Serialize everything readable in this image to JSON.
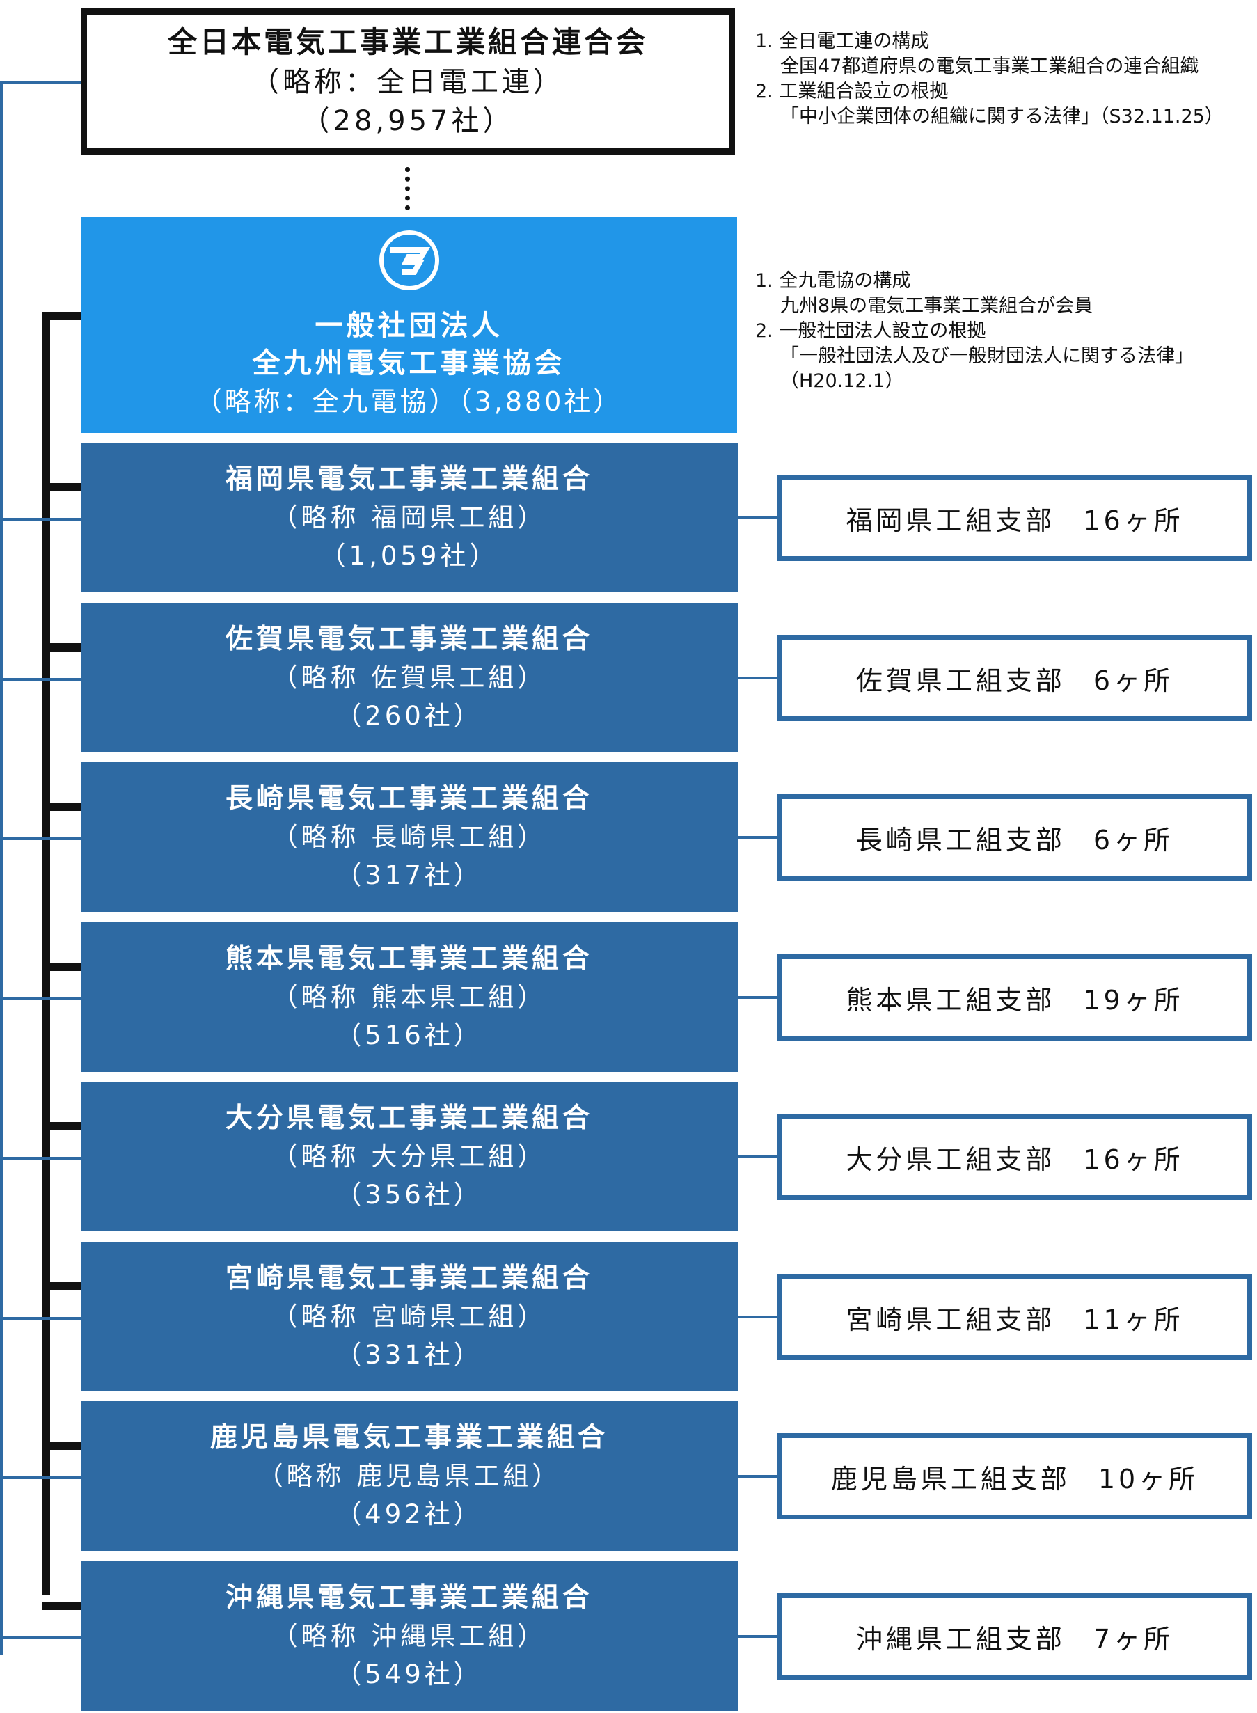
{
  "federation": {
    "name": "全日本電気工事業工業組合連合会",
    "abbr": "（略称：全日電工連）",
    "count": "（28,957社）"
  },
  "federation_notes": [
    "1. 全日電工連の構成",
    "全国47都道府県の電気工事業工業組合の連合組織",
    "2. 工業組合設立の根拠",
    "「中小企業団体の組織に関する法律」（S32.11.25）"
  ],
  "association": {
    "type": "一般社団法人",
    "name": "全九州電気工事業協会",
    "abbr_count": "（略称：全九電協）（3,880社）",
    "logo_icon": "association-logo-icon"
  },
  "association_notes": [
    "1. 全九電協の構成",
    "九州8県の電気工事業工業組合が会員",
    "2. 一般社団法人設立の根拠",
    "「一般社団法人及び一般財団法人に関する法律」",
    "（H20.12.1）"
  ],
  "prefectures": [
    {
      "name": "福岡県電気工事業工業組合",
      "abbr": "（略称 福岡県工組）",
      "count": "（1,059社）",
      "branch": "福岡県工組支部",
      "branch_count": "16ヶ所"
    },
    {
      "name": "佐賀県電気工事業工業組合",
      "abbr": "（略称 佐賀県工組）",
      "count": "（260社）",
      "branch": "佐賀県工組支部",
      "branch_count": "6ヶ所"
    },
    {
      "name": "長崎県電気工事業工業組合",
      "abbr": "（略称 長崎県工組）",
      "count": "（317社）",
      "branch": "長崎県工組支部",
      "branch_count": "6ヶ所"
    },
    {
      "name": "熊本県電気工事業工業組合",
      "abbr": "（略称 熊本県工組）",
      "count": "（516社）",
      "branch": "熊本県工組支部",
      "branch_count": "19ヶ所"
    },
    {
      "name": "大分県電気工事業工業組合",
      "abbr": "（略称 大分県工組）",
      "count": "（356社）",
      "branch": "大分県工組支部",
      "branch_count": "16ヶ所"
    },
    {
      "name": "宮崎県電気工事業工業組合",
      "abbr": "（略称 宮崎県工組）",
      "count": "（331社）",
      "branch": "宮崎県工組支部",
      "branch_count": "11ヶ所"
    },
    {
      "name": "鹿児島県電気工事業工業組合",
      "abbr": "（略称 鹿児島県工組）",
      "count": "（492社）",
      "branch": "鹿児島県工組支部",
      "branch_count": "10ヶ所"
    },
    {
      "name": "沖縄県電気工事業工業組合",
      "abbr": "（略称 沖縄県工組）",
      "count": "（549社）",
      "branch": "沖縄県工組支部",
      "branch_count": "7ヶ所"
    }
  ],
  "colors": {
    "association_blue": "#2196e8",
    "prefecture_blue": "#2e6aa3",
    "line_black": "#111111"
  }
}
